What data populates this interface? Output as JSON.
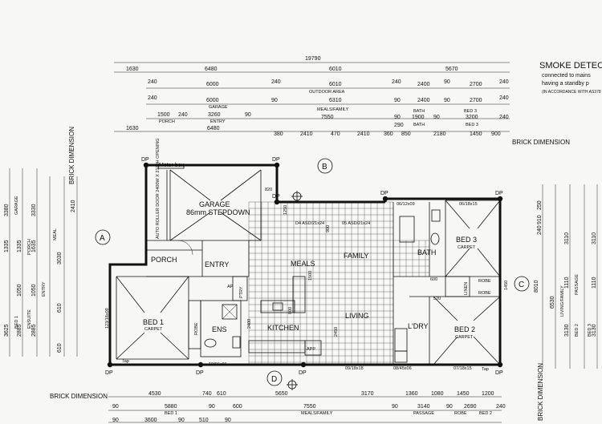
{
  "header": {
    "smoke_title": "SMOKE DETEC",
    "smoke_line1": "connected to mains",
    "smoke_line2": "having a standby p",
    "smoke_line3": "(IN ACCORDANCE WITH AS378"
  },
  "top_dimensions": {
    "overall": "19790",
    "row1": [
      "1630",
      "6480",
      "6010",
      "5670"
    ],
    "row2": [
      "240",
      "6000",
      "240",
      "6010",
      "240",
      "2400",
      "90",
      "2700",
      "240"
    ],
    "row3": [
      "240",
      "6000",
      "90",
      "6310",
      "90",
      "2400",
      "90",
      "2700",
      "240"
    ],
    "row3_labels": [
      "GARAGE",
      "OUTDOOR AREA",
      "BATH",
      "BED 3"
    ],
    "row4": [
      "1500",
      "240",
      "3260",
      "90",
      "7550",
      "90",
      "1900",
      "90",
      "3200",
      "240"
    ],
    "row4_labels": [
      "PORCH",
      "ENTRY",
      "MEALS/FAMILY",
      "BATH",
      "BED 3"
    ],
    "row5": [
      "1630",
      "6480",
      "380",
      "2410",
      "470",
      "2410",
      "360",
      "850",
      "2180",
      "1450",
      "900"
    ],
    "row5_mid": "290",
    "brick_dimension": "BRICK DIMENSION"
  },
  "bottom_dimensions": {
    "brick_dimension": "BRICK DIMENSION",
    "row1": [
      "4530",
      "740",
      "610",
      "5650",
      "3170",
      "1360",
      "1080",
      "1450",
      "1200"
    ],
    "row2": [
      "90",
      "5880",
      "90",
      "600",
      "7550",
      "90",
      "3140",
      "90",
      "2690",
      "240"
    ],
    "row2_labels": [
      "BED 1",
      "MEALS/FAMILY",
      "PASSAGE",
      "ROBE",
      "BED 2"
    ],
    "row3": [
      "90",
      "3600",
      "90",
      "510",
      "90"
    ]
  },
  "left_dimensions": {
    "brick_dimension": "BRICK DIMENSION",
    "values": [
      "3380",
      "3330",
      "2410",
      "1335",
      "1635",
      "1335",
      "3030",
      "2885",
      "2885",
      "3625",
      "1050",
      "1050",
      "610",
      "610"
    ],
    "labels": [
      "GARAGE",
      "PORCH",
      "ENSUITE",
      "BED 1",
      "MEAL",
      "ENTRY"
    ]
  },
  "right_dimensions": {
    "brick_dimension": "BRICK DIMENSION",
    "values": [
      "250",
      "910",
      "240",
      "3110",
      "3110",
      "3130",
      "3130",
      "6530",
      "8010",
      "1110",
      "1110"
    ],
    "labels": [
      "LIVING/FAMILY",
      "PASSAGE",
      "BED 2",
      "BED 3"
    ]
  },
  "section_markers": [
    "A",
    "B",
    "C",
    "D"
  ],
  "rooms": {
    "garage": "GARAGE",
    "garage_sub": "86mm STEPDOWN",
    "door_note": "AUTO ROLLER DOOR 2400W X 2130H OPENING",
    "meter_box": "Meter box",
    "porch": "PORCH",
    "entry": "ENTRY",
    "meals": "MEALS",
    "family": "FAMILY",
    "living": "LIVING",
    "kitchen": "KITCHEN",
    "pantry": "PTRY",
    "appliance": "APP",
    "ensuite": "ENS",
    "robe_left": "ROBE",
    "bed1": "BED 1",
    "bed1_floor": "CARPET",
    "bath": "BATH",
    "bed3": "BED 3",
    "bed3_floor": "CARPET",
    "robe_right1": "ROBE",
    "robe_right2": "ROBE",
    "linen": "LINEN",
    "laundry": "L'DRY",
    "bed2": "BED 2",
    "bed2_floor": "CARPET"
  },
  "windows": {
    "w1": "D4 ASD/21x24",
    "w2": "05 ASD/21x24",
    "w3": "06/12x09",
    "w4": "06/18x15",
    "w5": "10/06x06",
    "w6": "09/18x18",
    "w7": "08/45x06",
    "w8": "07/18x15",
    "w9": "123/18x09"
  },
  "markers": {
    "dp": "DP",
    "dp_count": 9,
    "ap": "AP",
    "tap": "Tap",
    "n820": "820",
    "n1250": "1250",
    "n2450": "2450",
    "n1450": "1450",
    "n600": "600",
    "n520": "520",
    "n1500": "1500",
    "n900": "900",
    "n800": "800",
    "n2400": "2400"
  }
}
